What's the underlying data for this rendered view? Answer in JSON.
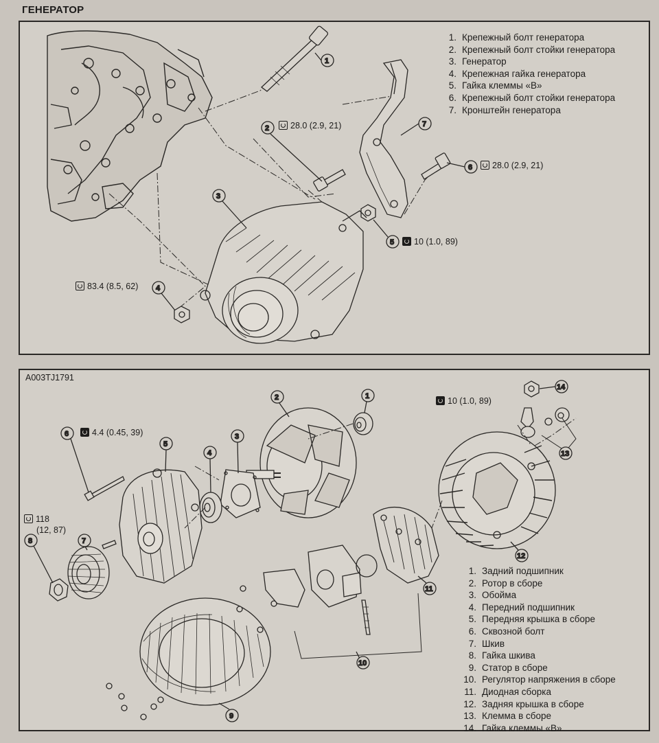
{
  "title": "ГЕНЕРАТОР",
  "figure1": {
    "legend": [
      {
        "num": "1.",
        "text": "Крепежный болт генератора"
      },
      {
        "num": "2.",
        "text": "Крепежный болт стойки генератора"
      },
      {
        "num": "3.",
        "text": "Генератор"
      },
      {
        "num": "4.",
        "text": "Крепежная гайка генератора"
      },
      {
        "num": "5.",
        "text": "Гайка клеммы «В»"
      },
      {
        "num": "6.",
        "text": "Крепежный болт стойки генератора"
      },
      {
        "num": "7.",
        "text": "Кронштейн генератора"
      }
    ],
    "torques": {
      "t2": "28.0 (2.9, 21)",
      "t6": "28.0 (2.9, 21)",
      "t5": "10 (1.0, 89)",
      "t4": "83.4 (8.5, 62)"
    }
  },
  "figure2": {
    "id": "A003TJ1791",
    "legend": [
      {
        "num": "1.",
        "text": "Задний подшипник"
      },
      {
        "num": "2.",
        "text": "Ротор в сборе"
      },
      {
        "num": "3.",
        "text": "Обойма"
      },
      {
        "num": "4.",
        "text": "Передний подшипник"
      },
      {
        "num": "5.",
        "text": "Передняя крышка в сборе"
      },
      {
        "num": "6.",
        "text": "Сквозной болт"
      },
      {
        "num": "7.",
        "text": "Шкив"
      },
      {
        "num": "8.",
        "text": "Гайка шкива"
      },
      {
        "num": "9.",
        "text": "Статор в сборе"
      },
      {
        "num": "10.",
        "text": "Регулятор напряжения в сборе"
      },
      {
        "num": "11.",
        "text": "Диодная сборка"
      },
      {
        "num": "12.",
        "text": "Задняя крышка в сборе"
      },
      {
        "num": "13.",
        "text": "Клемма в сборе"
      },
      {
        "num": "14.",
        "text": "Гайка клеммы «В»"
      }
    ],
    "torques": {
      "t14": "10 (1.0, 89)",
      "t6": "4.4 (0.45, 39)",
      "t8_line1": "118",
      "t8_line2": "(12, 87)"
    }
  },
  "callouts": [
    "1",
    "2",
    "3",
    "4",
    "5",
    "6",
    "7",
    "8",
    "9",
    "10",
    "11",
    "12",
    "13",
    "14"
  ]
}
